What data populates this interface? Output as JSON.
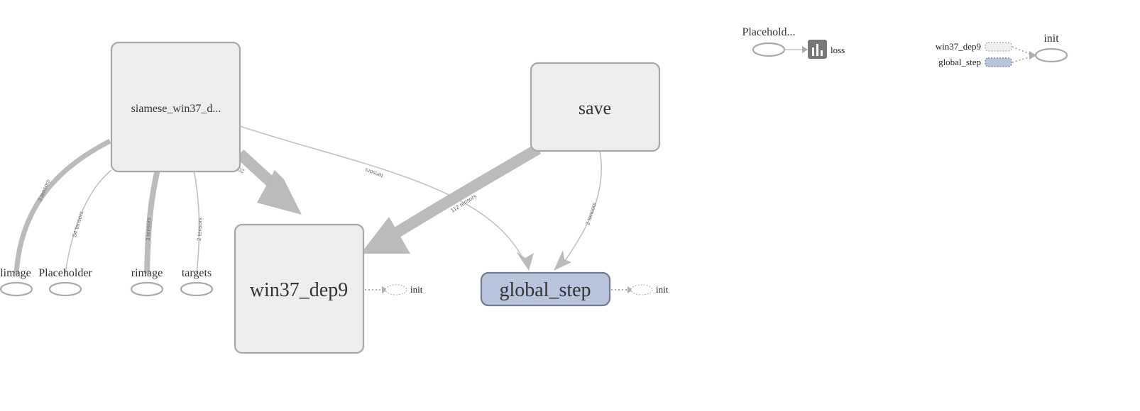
{
  "nodes": {
    "siamese": "siamese_win37_d...",
    "save": "save",
    "win37_dep9": "win37_dep9",
    "global_step": "global_step",
    "limage": "limage",
    "placeholder": "Placeholder",
    "rimage": "rimage",
    "targets": "targets",
    "init_win37": "init",
    "init_global": "init"
  },
  "edges": {
    "siamese_to_win37": "202 tensors",
    "siamese_to_global": "tensors",
    "save_to_win37": "112 tensors",
    "save_to_global": "2 tensors",
    "limage_edge": "3 tensors",
    "placeholder_edge": "54 tensors",
    "rimage_edge": "3 tensors",
    "targets_edge": "2 tensors"
  },
  "aux": {
    "placeholder_label": "Placehold...",
    "loss_label": "loss",
    "init_label": "init",
    "win37_label": "win37_dep9",
    "global_label": "global_step"
  },
  "colors": {
    "node_fill": "#eeeeee",
    "node_stroke": "#a8a8a8",
    "variable_fill": "#b9c4dd",
    "variable_stroke": "#6f7b93",
    "edge": "#bbbbbb",
    "summary_icon": "#777777"
  }
}
